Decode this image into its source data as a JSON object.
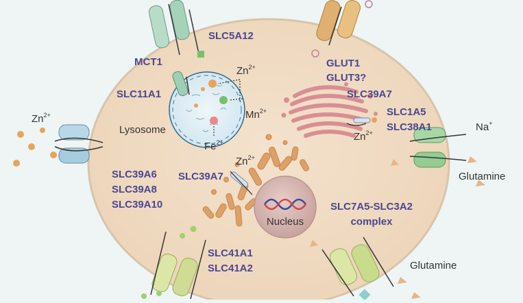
{
  "labels": {
    "slc5a12": "SLC5A12",
    "mct1": "MCT1",
    "slc11a1": "SLC11A1",
    "glut1": "GLUT1",
    "glut3": "GLUT3?",
    "slc39a7_golgi": "SLC39A7",
    "slc1a5": "SLC1A5",
    "slc38a1": "SLC38A1",
    "lysosome": "Lysosome",
    "slc39a6": "SLC39A6",
    "slc39a8": "SLC39A8",
    "slc39a10": "SLC39A10",
    "slc39a7_er": "SLC39A7",
    "nucleus": "Nucleus",
    "slc7a5_line1": "SLC7A5-SLC3A2",
    "slc7a5_line2": "complex",
    "slc41a1": "SLC41A1",
    "slc41a2": "SLC41A2",
    "glutamine_right": "Glutamine",
    "glutamine_bottom": "Glutamine",
    "na": "Na",
    "na_sup": "+"
  },
  "ions": {
    "zn": "Zn",
    "zn_sup": "2+",
    "mn": "Mn",
    "mn_sup": "2+",
    "fe": "Fe",
    "fe_sup": "2+"
  },
  "colors": {
    "background": "#eef5f4",
    "cell_fill": "#f0dcc4",
    "cell_stroke": "#d8c4ac",
    "label": "#4b4690",
    "lysosome_fill": "#dcecf4",
    "nucleus_fill": "#d6b8b4",
    "golgi": "#d88e94",
    "er": "#dca068",
    "zinc": "#e8a45a",
    "manganese": "#74c26e",
    "iron": "#e88888",
    "glutamine": "#e8b48a"
  }
}
